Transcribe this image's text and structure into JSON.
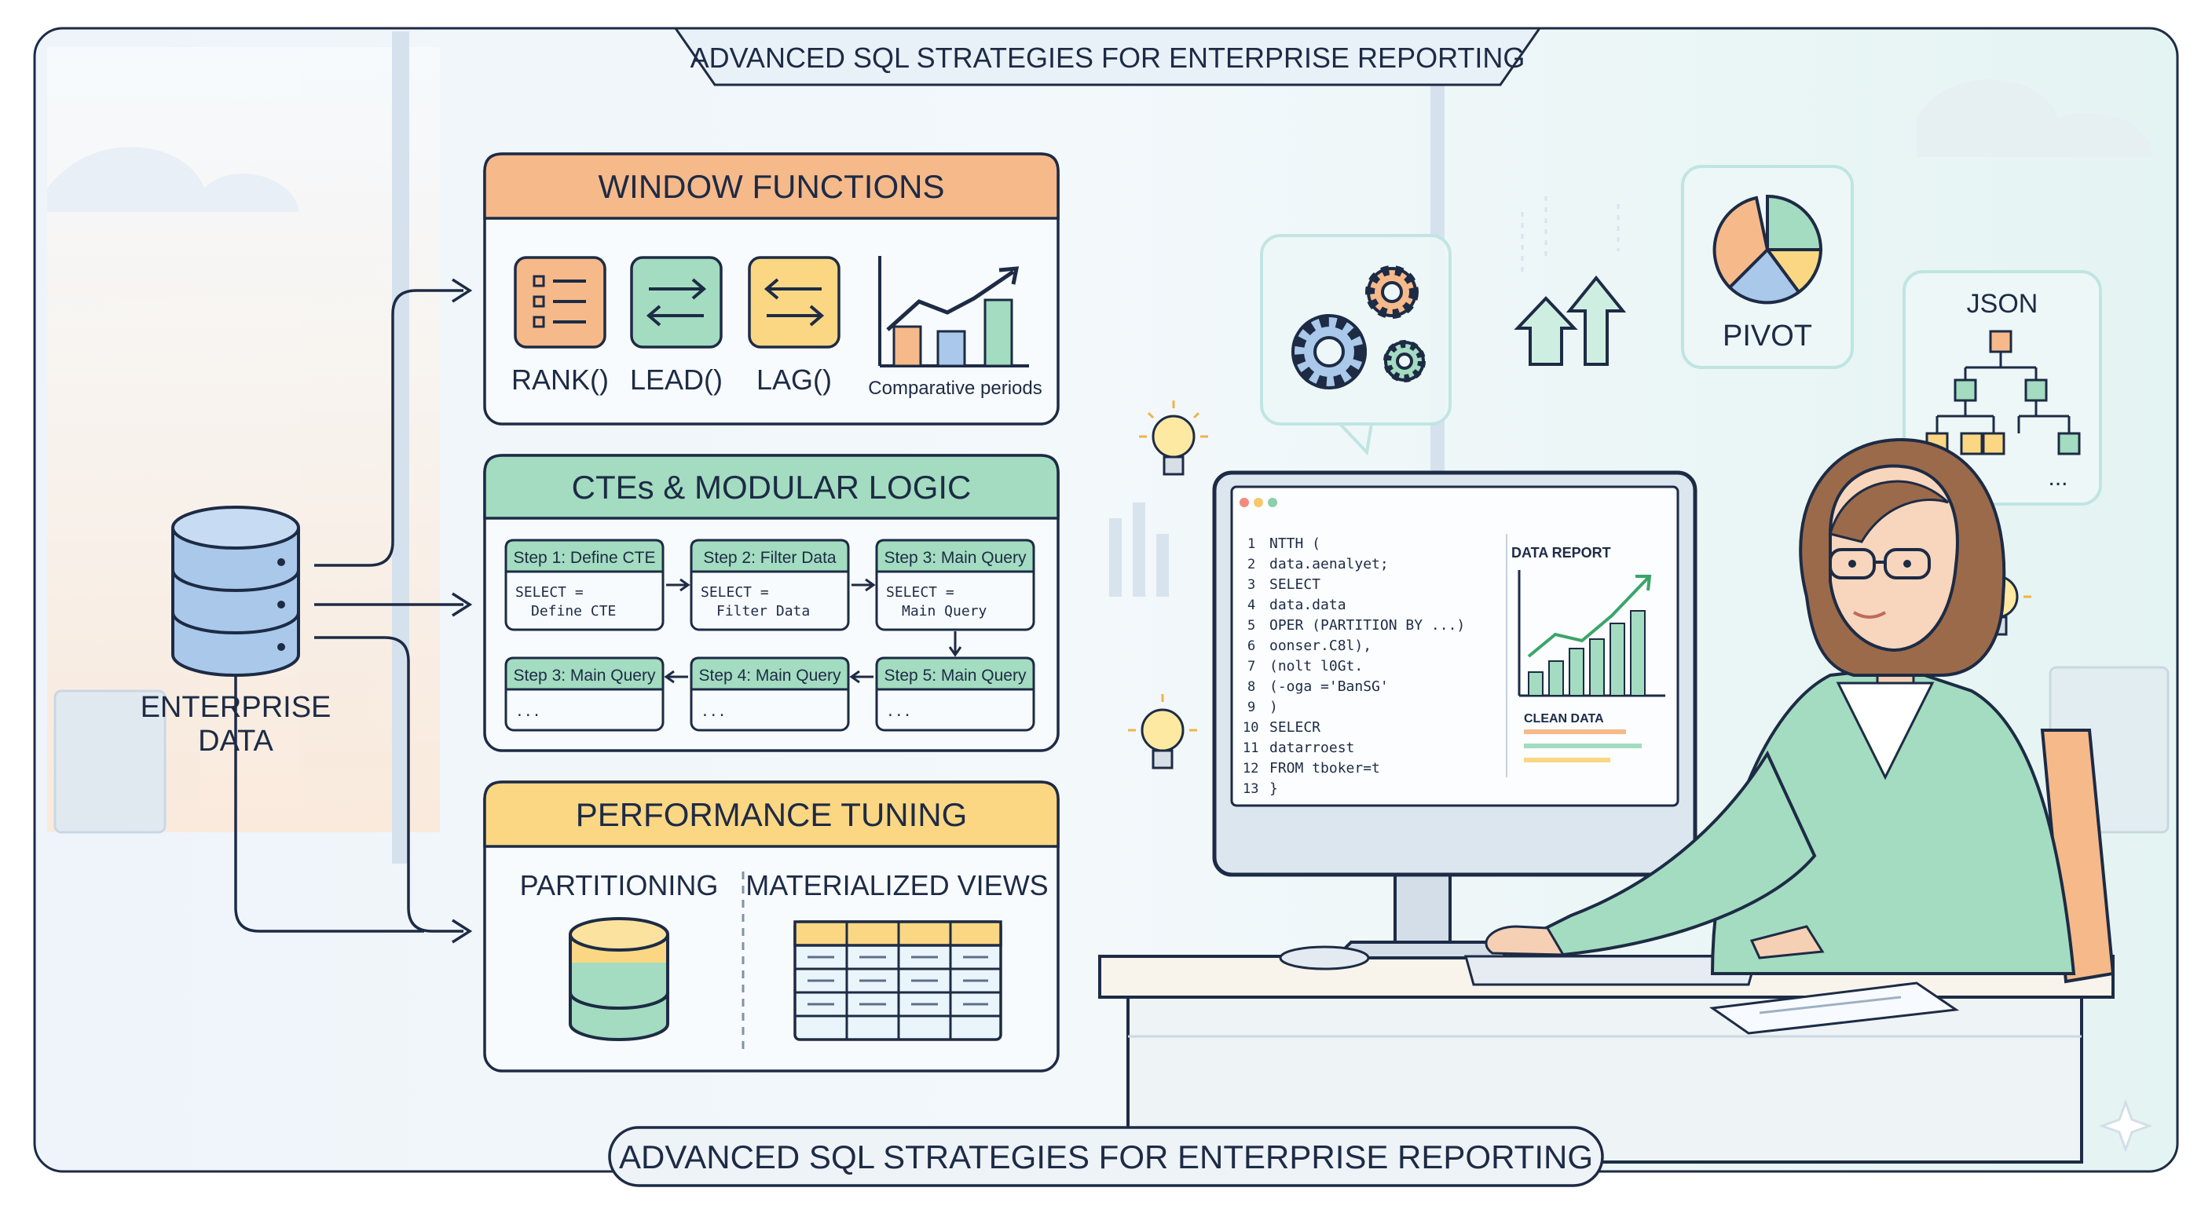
{
  "banner": {
    "top_title": "ADVANCED SQL STRATEGIES FOR ENTERPRISE REPORTING",
    "bottom_title": "ADVANCED SQL STRATEGIES FOR ENTERPRISE REPORTING"
  },
  "source": {
    "label_line1": "ENTERPRISE",
    "label_line2": "DATA"
  },
  "window_functions": {
    "title": "WINDOW FUNCTIONS",
    "items": [
      "RANK()",
      "LEAD()",
      "LAG()"
    ],
    "chart_caption": "Comparative periods"
  },
  "ctes": {
    "title": "CTEs & MODULAR LOGIC",
    "steps": [
      {
        "header": "Step 1: Define CTE",
        "line1": "SELECT =",
        "line2": "Define CTE"
      },
      {
        "header": "Step 2: Filter Data",
        "line1": "SELECT =",
        "line2": "Filter Data"
      },
      {
        "header": "Step 3: Main Query",
        "line1": "SELECT =",
        "line2": "Main Query"
      },
      {
        "header": "Step 3: Main Query",
        "line1": "...",
        "line2": ""
      },
      {
        "header": "Step 4: Main Query",
        "line1": "...",
        "line2": ""
      },
      {
        "header": "Step 5: Main Query",
        "line1": "...",
        "line2": ""
      }
    ]
  },
  "performance": {
    "title": "PERFORMANCE TUNING",
    "left_label": "PARTITIONING",
    "right_label": "MATERIALIZED VIEWS"
  },
  "floating": {
    "pivot_label": "PIVOT",
    "json_label": "JSON",
    "json_more": "..."
  },
  "monitor": {
    "code_lines": [
      {
        "n": "1",
        "text": "NTTH ("
      },
      {
        "n": "2",
        "text": "  data.aenalyet;"
      },
      {
        "n": "3",
        "text": "  SELECT"
      },
      {
        "n": "4",
        "text": "    data.data"
      },
      {
        "n": "5",
        "text": "    OPER (PARTITION BY ...)"
      },
      {
        "n": "6",
        "text": "      oonser.C8l),"
      },
      {
        "n": "7",
        "text": "      (nolt l0Gt."
      },
      {
        "n": "8",
        "text": "       (-oga ='BanSG'"
      },
      {
        "n": "9",
        "text": "    )"
      },
      {
        "n": "10",
        "text": " SELECR"
      },
      {
        "n": "11",
        "text": "    datarroest"
      },
      {
        "n": "12",
        "text": " FROM tboker=t"
      },
      {
        "n": "13",
        "text": "}"
      }
    ],
    "report_title": "DATA REPORT",
    "clean_label": "CLEAN DATA"
  },
  "colors": {
    "orange": "#f6b98a",
    "green": "#a3dcc0",
    "yellow": "#fbd784",
    "navy": "#1d2b45",
    "blue": "#a9c8ea"
  }
}
